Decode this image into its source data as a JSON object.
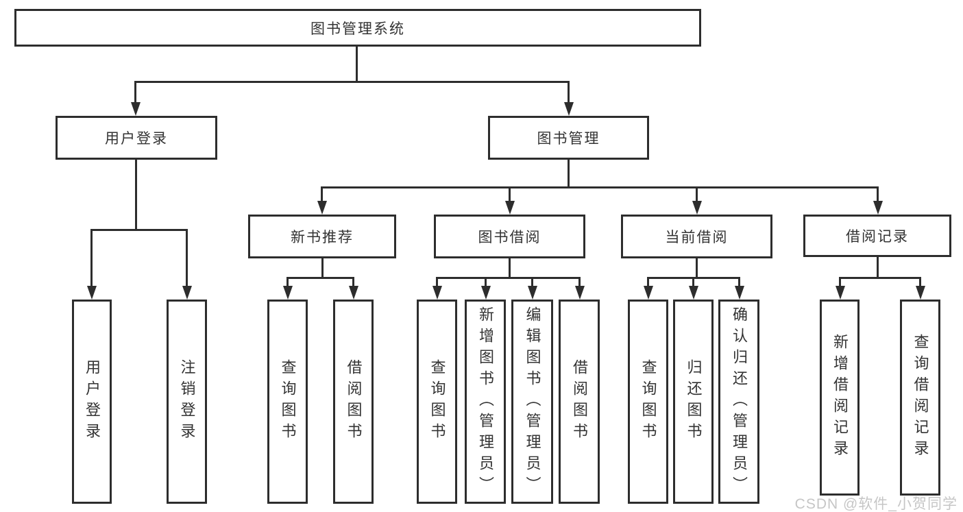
{
  "tree": {
    "root": {
      "label": "图书管理系统"
    },
    "user_login": {
      "label": "用户登录",
      "children": [
        {
          "label": "用户登录"
        },
        {
          "label": "注销登录"
        }
      ]
    },
    "book_management": {
      "label": "图书管理",
      "children": [
        {
          "label": "新书推荐",
          "children": [
            {
              "label": "查询图书"
            },
            {
              "label": "借阅图书"
            }
          ]
        },
        {
          "label": "图书借阅",
          "children": [
            {
              "label": "查询图书"
            },
            {
              "label": "新增图书（管理员）"
            },
            {
              "label": "编辑图书（管理员）"
            },
            {
              "label": "借阅图书"
            }
          ]
        },
        {
          "label": "当前借阅",
          "children": [
            {
              "label": "查询图书"
            },
            {
              "label": "归还图书"
            },
            {
              "label": "确认归还（管理员）"
            }
          ]
        },
        {
          "label": "借阅记录",
          "children": [
            {
              "label": "新增借阅记录"
            },
            {
              "label": "查询借阅记录"
            }
          ]
        }
      ]
    }
  },
  "watermark": "CSDN @软件_小贺同学",
  "colors": {
    "line": "#2d2d2d",
    "text": "#333333",
    "background": "#ffffff",
    "watermark": "#c6c6c6"
  }
}
